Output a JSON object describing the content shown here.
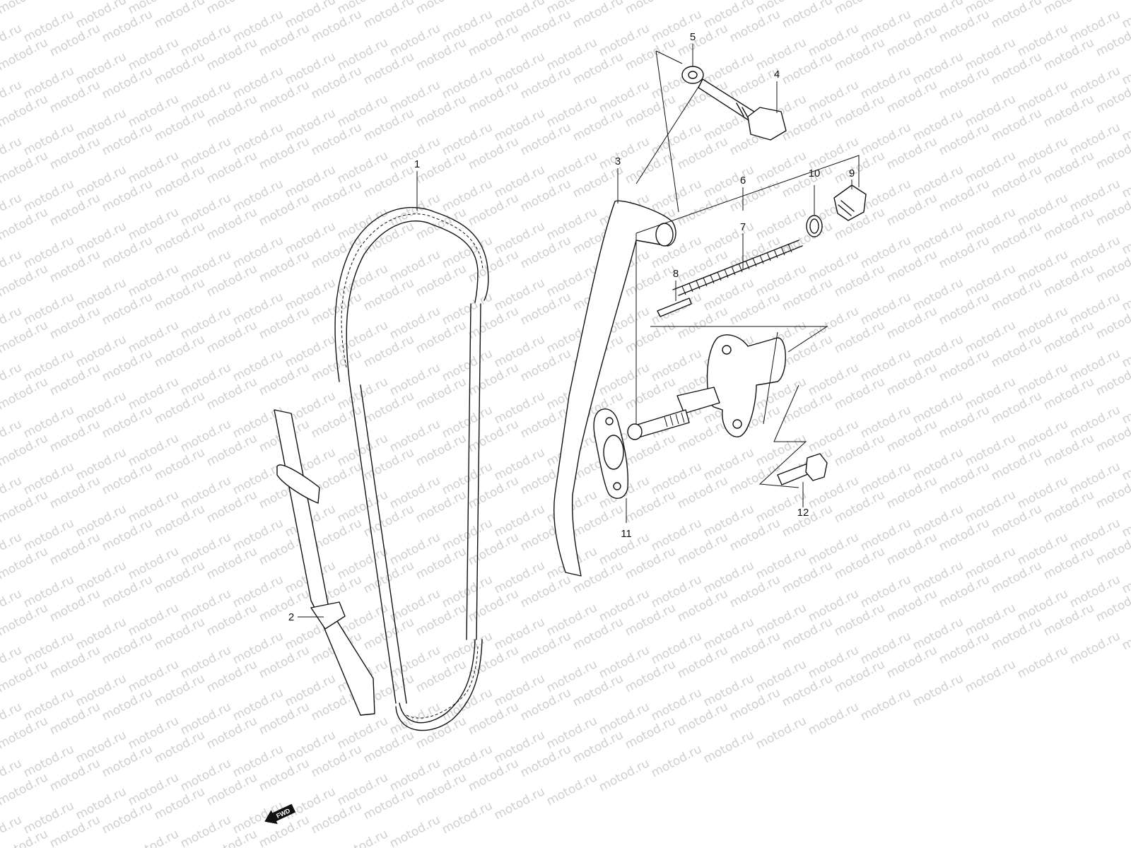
{
  "watermark": {
    "text": "motod.ru"
  },
  "callouts": [
    {
      "id": "1",
      "label": "1"
    },
    {
      "id": "2",
      "label": "2"
    },
    {
      "id": "3",
      "label": "3"
    },
    {
      "id": "4",
      "label": "4"
    },
    {
      "id": "5",
      "label": "5"
    },
    {
      "id": "6",
      "label": "6"
    },
    {
      "id": "7",
      "label": "7"
    },
    {
      "id": "8",
      "label": "8"
    },
    {
      "id": "9",
      "label": "9"
    },
    {
      "id": "10",
      "label": "10"
    },
    {
      "id": "11",
      "label": "11"
    },
    {
      "id": "12",
      "label": "12"
    }
  ],
  "direction_arrow": {
    "label": "FWD"
  },
  "colors": {
    "line": "#111111",
    "watermark": "#cfcfcf",
    "background": "#ffffff"
  }
}
